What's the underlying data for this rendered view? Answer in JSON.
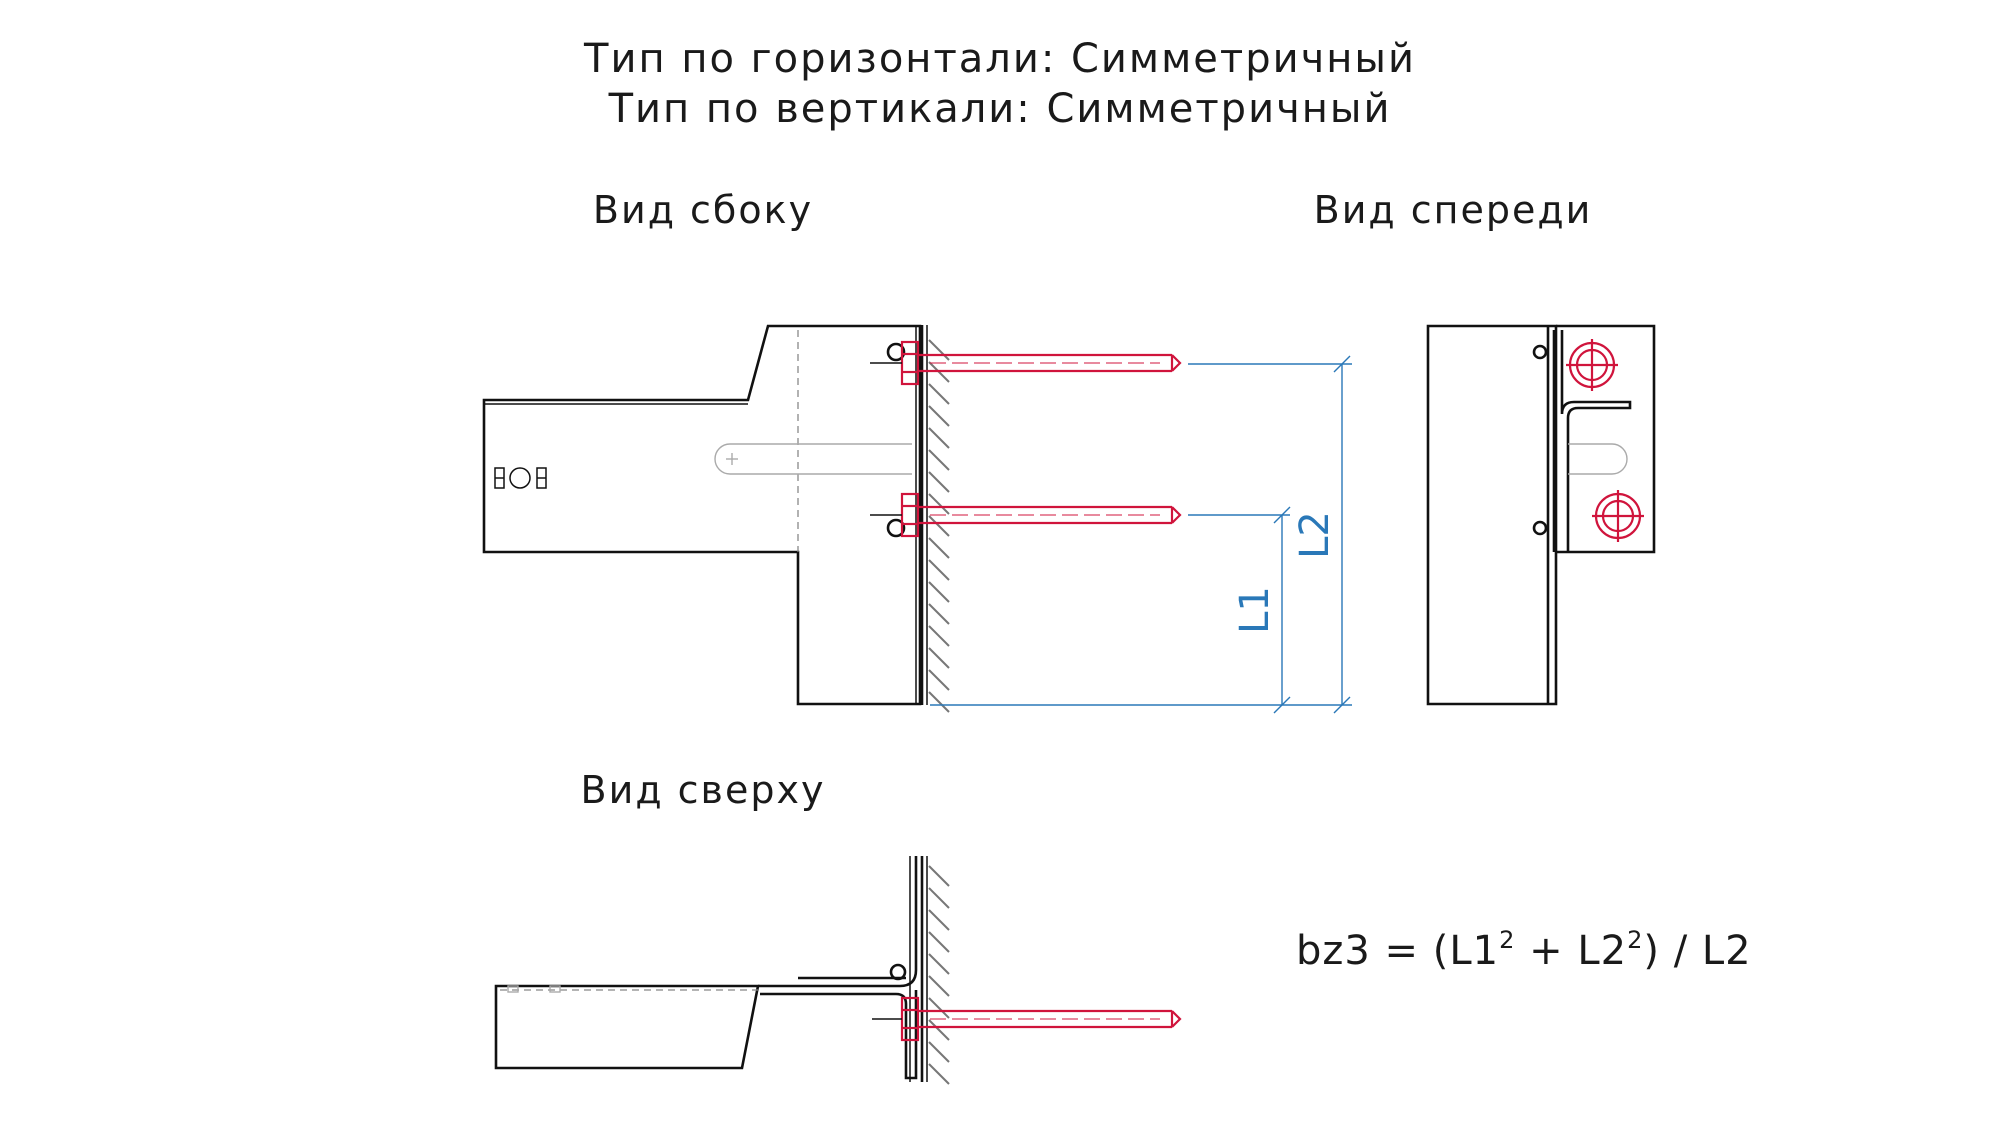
{
  "header": {
    "line1": "Тип по горизонтали: Симметричный",
    "line2": "Тип по вертикали: Симметричный"
  },
  "views": {
    "side": "Вид сбоку",
    "front": "Вид спереди",
    "top": "Вид сверху"
  },
  "dimensions": {
    "l1": "L1",
    "l2": "L2"
  },
  "formula": {
    "lhs": "bz3 = (L1",
    "sup1": "2",
    "mid": " + L2",
    "sup2": "2",
    "rhs": ") / L2"
  },
  "colors": {
    "outline": "#111111",
    "screw": "#d0143c",
    "dimension": "#2a78b8",
    "hatch": "#777777"
  }
}
